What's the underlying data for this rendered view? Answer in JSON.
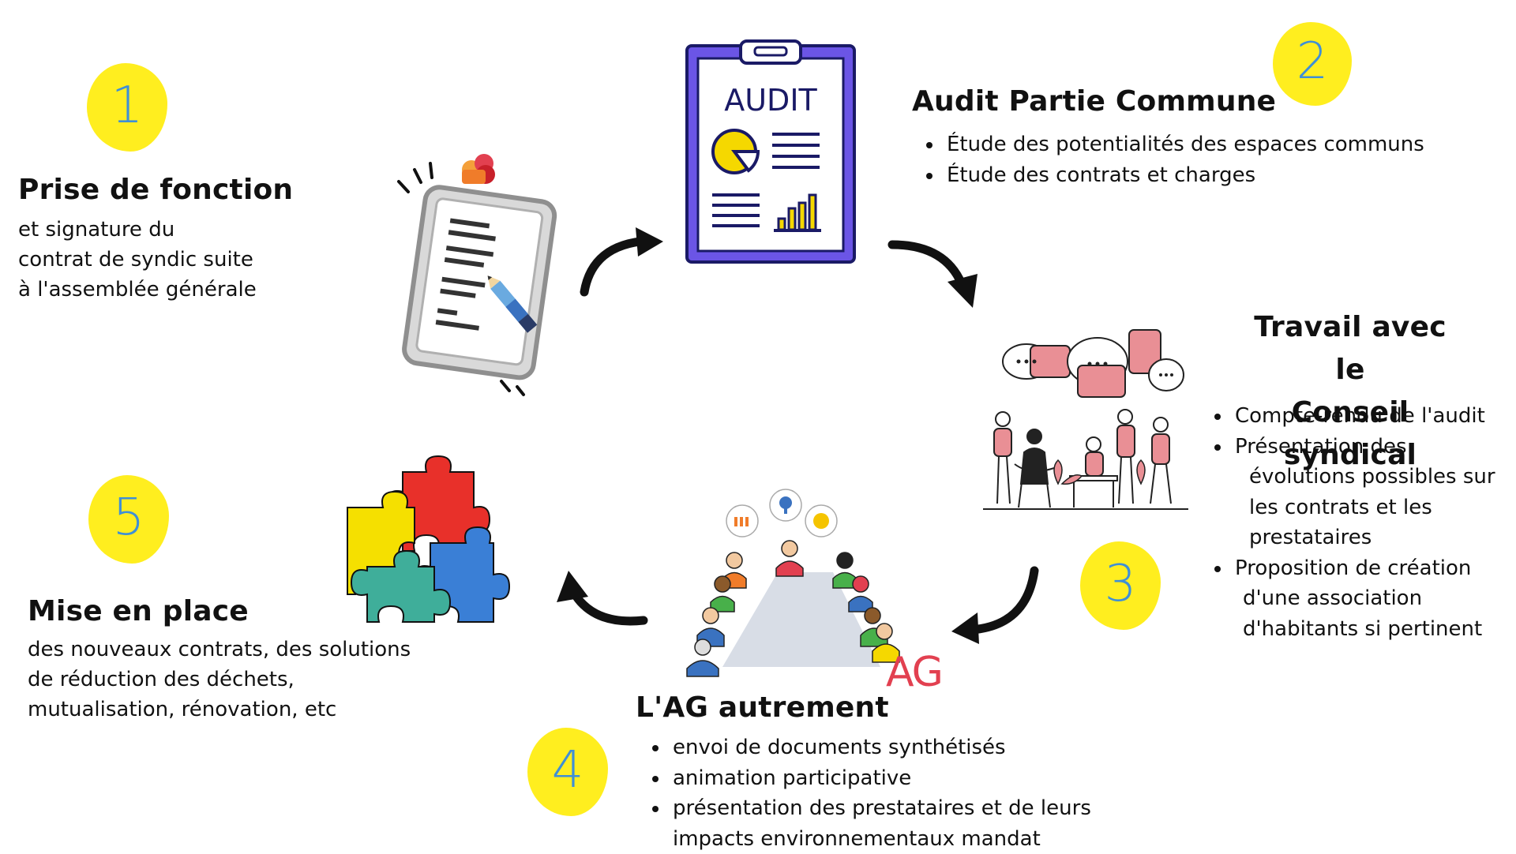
{
  "colors": {
    "badge_yellow": "#ffee1f",
    "number_blue": "#3f8fd6",
    "audit_purple": "#6b55e6",
    "audit_navy": "#1a1a66",
    "pink": "#e98f95"
  },
  "steps": [
    {
      "number": "1",
      "title": "Prise de fonction",
      "lines": [
        "et signature du",
        "contrat  de syndic suite",
        "à l'assemblée générale"
      ],
      "icon": "clipboard-pencil-icon"
    },
    {
      "number": "2",
      "title": "Audit Partie Commune",
      "bullets": [
        "Étude des potentialités des espaces communs",
        "Étude des contrats et charges"
      ],
      "icon": "audit-clipboard-icon",
      "icon_text": "AUDIT"
    },
    {
      "number": "3",
      "title_line1": "Travail avec le",
      "title_line2": "Conseil syndical",
      "bullets": [
        {
          "l1": "Compte-rendu de l'audit"
        },
        {
          "l1": "Présentation des",
          "l2": "évolutions possibles sur",
          "l3": "les contrats et les",
          "l4": "prestataires"
        },
        {
          "l1": "Proposition de création",
          "l2": "d'une association",
          "l3": "d'habitants si pertinent"
        }
      ],
      "icon": "team-discussion-icon"
    },
    {
      "number": "4",
      "title": "L'AG autrement",
      "bullets": [
        {
          "l1": "envoi de documents synthétisés"
        },
        {
          "l1": "animation participative"
        },
        {
          "l1": "présentation des prestataires et de leurs",
          "l2": "impacts environnementaux mandat"
        }
      ],
      "icon": "meeting-table-icon",
      "icon_text": "AG"
    },
    {
      "number": "5",
      "title": "Mise en place",
      "lines": [
        "des nouveaux contrats, des solutions",
        "de réduction des déchets,",
        "mutualisation, rénovation, etc"
      ],
      "icon": "puzzle-icon"
    }
  ]
}
